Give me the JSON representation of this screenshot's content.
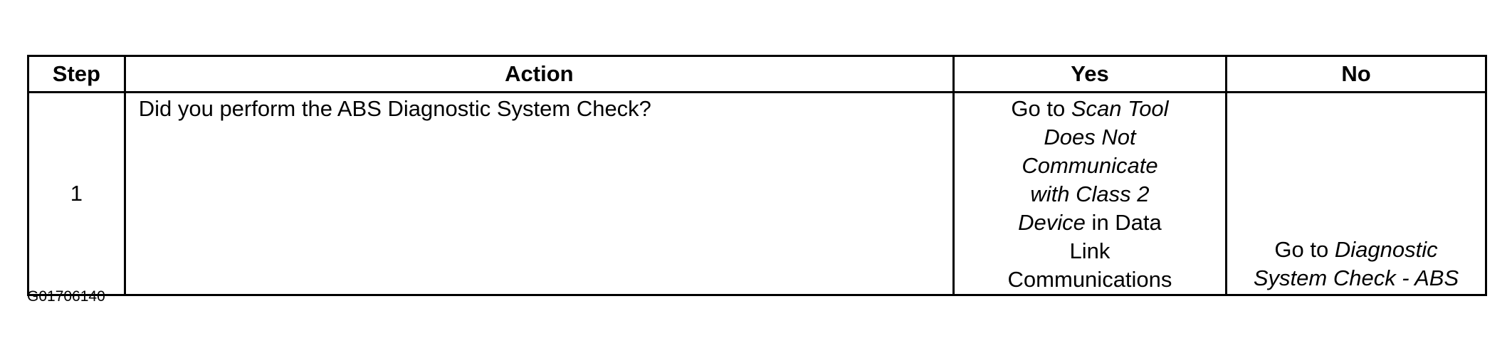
{
  "table": {
    "headers": {
      "step": "Step",
      "action": "Action",
      "yes": "Yes",
      "no": "No"
    },
    "rows": [
      {
        "step": "1",
        "action": "Did you perform the ABS Diagnostic System Check?",
        "yes": {
          "prefix": "Go to ",
          "link": "Scan Tool Does Not Communicate with Class 2 Device",
          "suffix": " in Data Link Communications"
        },
        "no": {
          "prefix": "Go to ",
          "link": "Diagnostic System Check - ABS"
        }
      }
    ]
  },
  "figure_id": "G01706140"
}
